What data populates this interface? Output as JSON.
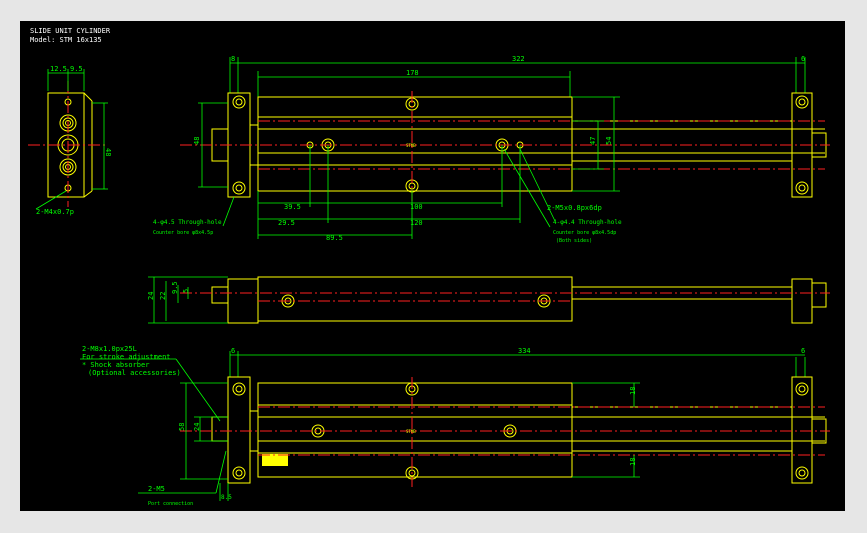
{
  "title": {
    "line1": "SLIDE UNIT CYLINDER",
    "line2": "Model: STM 16x135"
  },
  "dims": {
    "d12_5": "12.5",
    "d9_5": "9.5",
    "d48_side": "48",
    "thread_side": "2-M4x0.7p",
    "d8": "8",
    "d322": "322",
    "d6_top": "6",
    "d178": "178",
    "d48": "48",
    "d47": "47",
    "d54": "54",
    "d39_5": "39.5",
    "d100": "100",
    "d29_5": "29.5",
    "d120": "120",
    "d89_5": "89.5",
    "tap_top": "2-M5x0.8px6dp",
    "thru_left": "4-φ4.5 Through-hole",
    "cbore_left": "Counter bore φ8x4.5p",
    "thru_right": "4-φ4.4 Through-hole",
    "cbore_right": "Counter bore φ8x4.5dp",
    "both_sides": "(Both sides)",
    "d24_mid": "24",
    "d22": "22",
    "d9_5_mid": "9.5",
    "d5": "5",
    "m8_note1": "2-M8x1.0px25L",
    "m8_note2": "For stroke adjustment",
    "m8_note3": "* Shock absorber",
    "m8_note4": "(Optional accessories)",
    "d334": "334",
    "d6_bl": "6",
    "d6_br": "6",
    "d58": "58",
    "d24_bot": "24",
    "d18a": "18",
    "d18b": "18",
    "m5": "2-M5",
    "port": "Port connection",
    "d8_5": "8.5",
    "body_label": "STMB"
  }
}
